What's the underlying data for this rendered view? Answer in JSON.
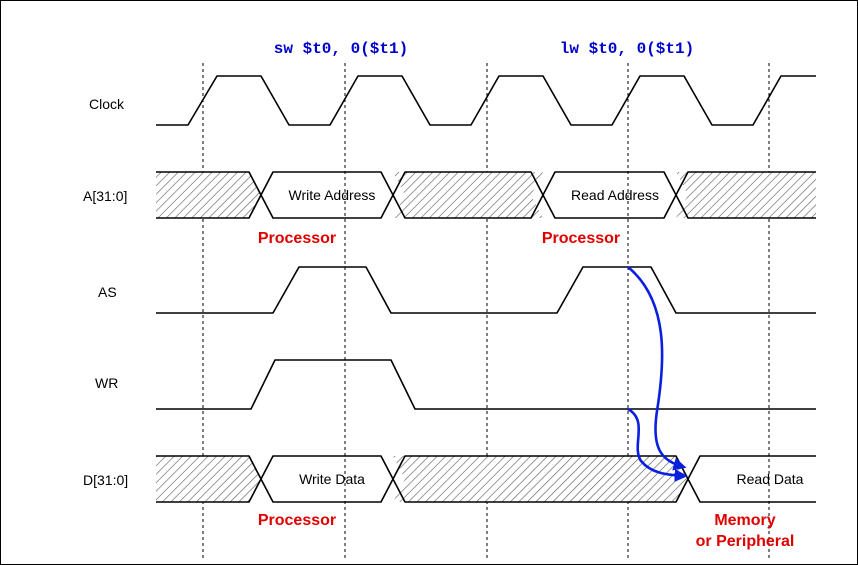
{
  "instructions": {
    "store": "sw $t0, 0($t1)",
    "load": "lw $t0, 0($t1)"
  },
  "signals": {
    "clock": "Clock",
    "address": "A[31:0]",
    "as": "AS",
    "wr": "WR",
    "data": "D[31:0]"
  },
  "address_bus": {
    "write_label": "Write Address",
    "read_label": "Read Address",
    "driver_1": "Processor",
    "driver_2": "Processor"
  },
  "data_bus": {
    "write_label": "Write Data",
    "read_label": "Read Data",
    "driver_1": "Processor",
    "driver_2_line1": "Memory",
    "driver_2_line2": "or Peripheral"
  },
  "colors": {
    "instruction_text": "#0000cc",
    "driver_text": "#e00000",
    "arrow": "#0a1fe0",
    "hatch": "#555555"
  }
}
